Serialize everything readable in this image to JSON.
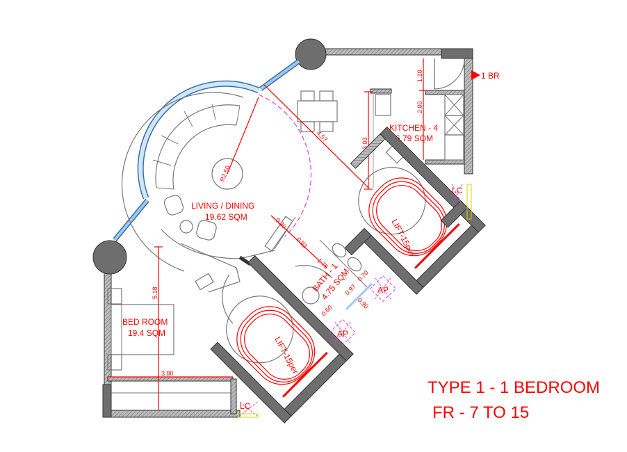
{
  "plan": {
    "title": "TYPE 1 - 1 BEDROOM",
    "subtitle": "FR - 7 TO 15",
    "entry_marker": "1 BR",
    "rooms": {
      "kitchen": {
        "name": "KITCHEN - 4",
        "area": "6.79 SQM"
      },
      "living": {
        "name": "LIVING / DINING",
        "area": "19.62 SQM"
      },
      "bath": {
        "name": "BATH - 1",
        "area": "4.75 SQM"
      },
      "bedroom": {
        "name": "BED ROOM",
        "area": "19.4 SQM"
      }
    },
    "lifts": [
      "LIFT-15per",
      "LIFT-15per"
    ],
    "shafts": [
      "AP",
      "AP"
    ],
    "lc": [
      "LC",
      "LC"
    ],
    "dimensions": {
      "entry_top": "1.10",
      "kitchen_depth": "2.00",
      "diag": "4.57",
      "kitchen_len": "3.03",
      "radius": "R2.50",
      "d020": "0.20",
      "d082": "0.82",
      "d175": "1.75",
      "d070": "0.70",
      "d097": "0.97",
      "d090": "0.90",
      "d060": "0.60",
      "bed_len": "5.18",
      "bed_width": "3.80"
    },
    "colors": {
      "annotation": "#ff0000",
      "glazing": "#9ec9f0",
      "wall": "#6e6e6e",
      "arc": "#e040e0"
    }
  }
}
